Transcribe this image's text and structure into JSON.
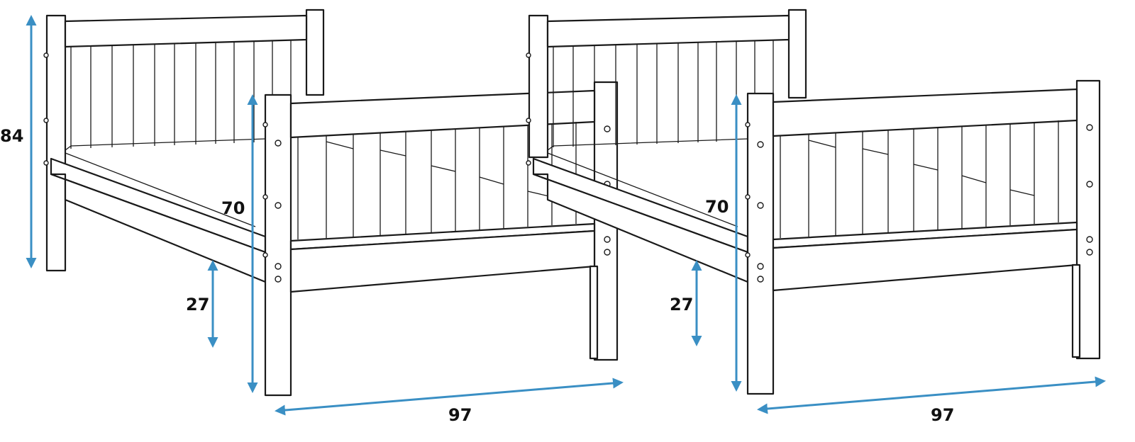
{
  "colors": {
    "dimension_arrow": "#3a8fc4",
    "line_art": "#1a1a1a",
    "label_text": "#111111",
    "background": "#ffffff"
  },
  "left_bed": {
    "headboard_height": "84",
    "rail_height": "70",
    "floor_clearance": "27",
    "width": "97"
  },
  "right_bed": {
    "rail_height": "70",
    "floor_clearance": "27",
    "width": "97"
  }
}
